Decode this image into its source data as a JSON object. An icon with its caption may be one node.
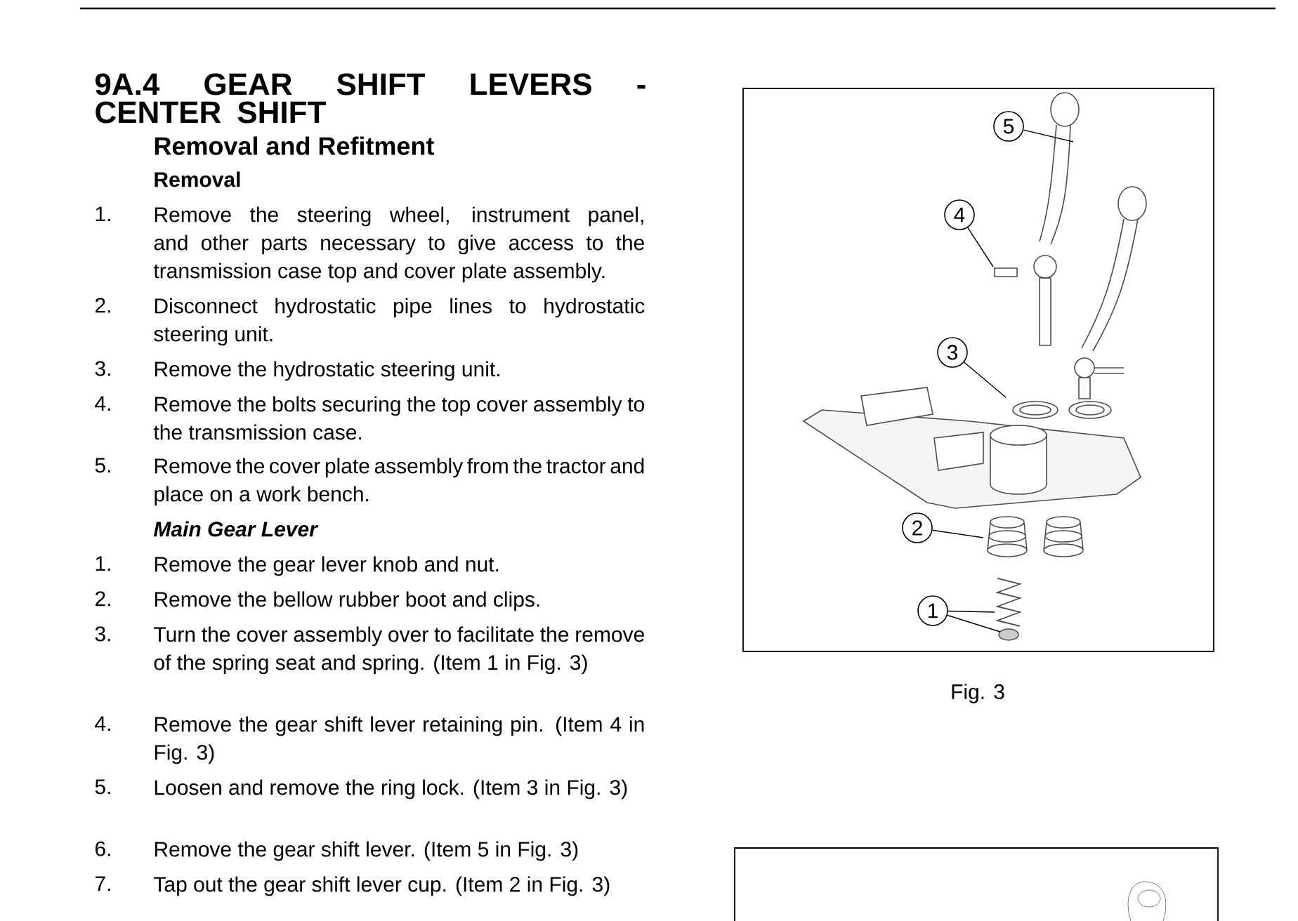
{
  "diagram": {
    "title": "9A.4 GEAR SHIFT LEVERS - CENTER SHIFT",
    "caption": "Fig. 3",
    "nodes": [
      {
        "text": [
          "5"
        ]
      },
      {
        "text": [
          "4"
        ]
      },
      {
        "text": [
          "3"
        ]
      },
      {
        "text": [
          "2"
        ]
      },
      {
        "text": [
          "1"
        ]
      }
    ],
    "edges": [
      {
        "from": 0,
        "to": null,
        "arrow": "none"
      },
      {
        "from": 1,
        "to": null,
        "arrow": "none"
      },
      {
        "from": 2,
        "to": null,
        "arrow": "none"
      },
      {
        "from": 3,
        "to": null,
        "arrow": "none"
      },
      {
        "from": 4,
        "to": null,
        "arrow": "none"
      },
      {
        "from": 4,
        "to": null,
        "arrow": "none"
      }
    ],
    "labels": [
      "Removal and Refitment",
      "Removal",
      "1.",
      "Remove the steering wheel, instrument panel, and other parts necessary to give access to the transmission case top and cover plate assembly.",
      "2.",
      "Disconnect hydrostatic pipe lines to hydrostatic steering unit.",
      "3.",
      "Remove the hydrostatic steering unit.",
      "4.",
      "Remove the bolts securing the top cover assembly to the transmission case.",
      "5.",
      "Remove the cover plate assembly from the tractor and place on a work bench.",
      "Main Gear Lever",
      "1.",
      "Remove the gear lever knob and nut.",
      "2.",
      "Remove the bellow rubber boot and clips.",
      "3.",
      "Turn the cover assembly over to facilitate the remove of the spring seat and spring. (Item 1 in Fig. 3)",
      "4.",
      "Remove the gear shift lever retaining pin. (Item 4 in Fig. 3)",
      "5.",
      "Loosen and remove the ring lock. (Item 3 in Fig. 3)",
      "6.",
      "Remove the gear shift lever. (Item 5 in Fig. 3)",
      "7.",
      "Tap out the gear shift lever cup. (Item 2 in Fig. 3)"
    ]
  }
}
